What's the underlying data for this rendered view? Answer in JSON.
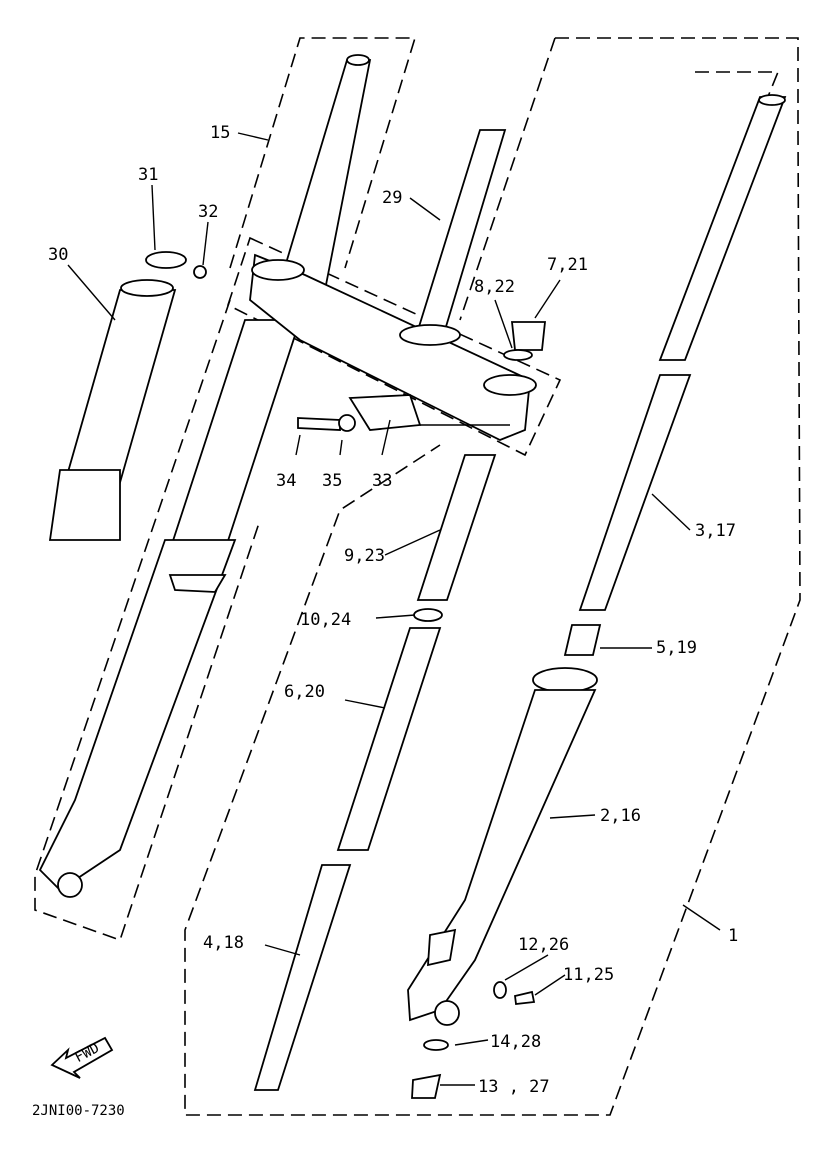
{
  "diagram_code": "2JNI00-7230",
  "fwd_label": "FWD",
  "callouts": {
    "c1": "1",
    "c15": "15",
    "c31": "31",
    "c32": "32",
    "c30": "30",
    "c29": "29",
    "c7_21": "7,21",
    "c8_22": "8,22",
    "c34": "34",
    "c35": "35",
    "c33": "33",
    "c3_17": "3,17",
    "c9_23": "9,23",
    "c10_24": "10,24",
    "c5_19": "5,19",
    "c6_20": "6,20",
    "c2_16": "2,16",
    "c4_18": "4,18",
    "c12_26": "12,26",
    "c11_25": "11,25",
    "c14_28": "14,28",
    "c13_27": "13 , 27"
  }
}
